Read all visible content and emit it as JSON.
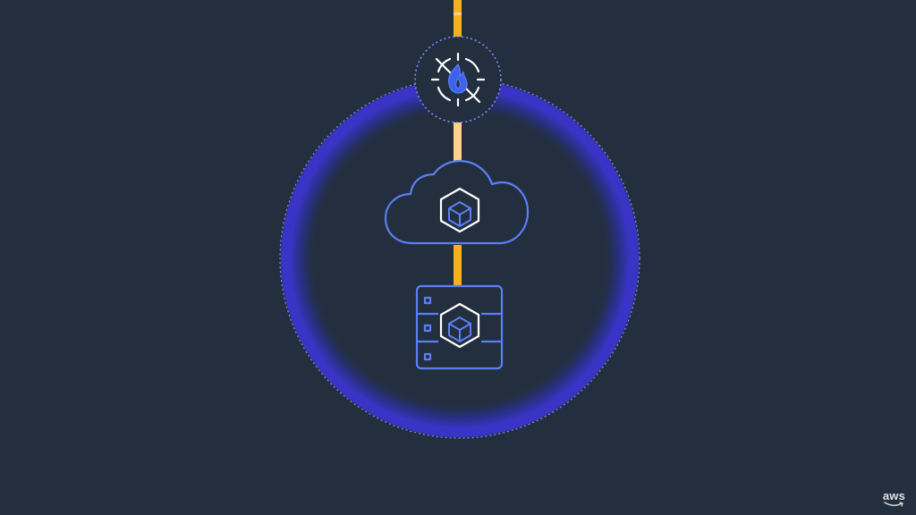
{
  "diagram": {
    "background_color": "#232f3e",
    "ring_color": "#3a34c6",
    "ring_dash_color": "#7e8cff",
    "connector_color": "#f7b11c",
    "connector_light_color": "#ffd18a",
    "icon_stroke_color": "#5b7ff5",
    "icon_white_color": "#ffffff",
    "nodes": [
      {
        "name": "firewall",
        "icon": "flame-target-icon"
      },
      {
        "name": "cloud",
        "icon": "cloud-cube-icon"
      },
      {
        "name": "server",
        "icon": "server-cube-icon"
      }
    ]
  },
  "brand": {
    "logo_text": "aws"
  }
}
